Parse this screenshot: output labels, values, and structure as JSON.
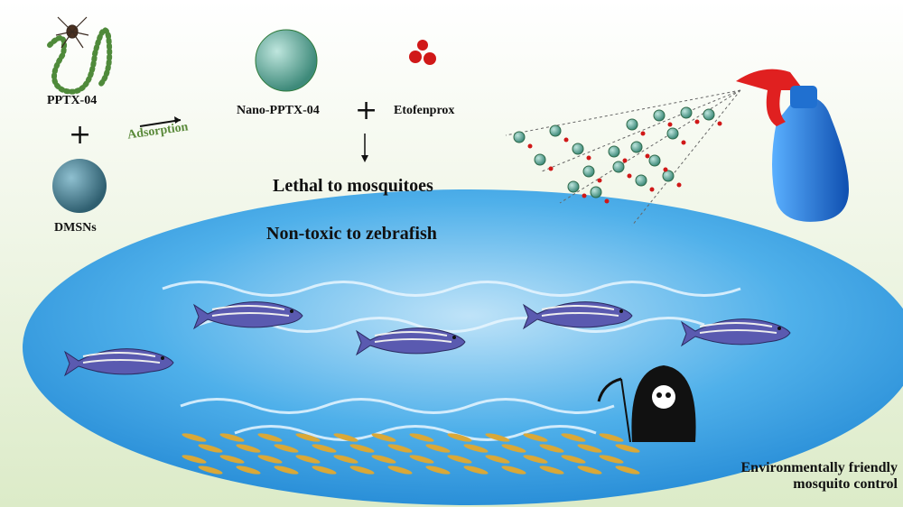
{
  "labels": {
    "pptx": "PPTX-04",
    "dmsns": "DMSNs",
    "adsorption": "Adsorption",
    "nano": "Nano-PPTX-04",
    "etofenprox": "Etofenprox",
    "lethal": "Lethal to mosquitoes",
    "nontoxic": "Non-toxic to zebrafish",
    "env_line1": "Environmentally friendly",
    "env_line2": "mosquito control"
  },
  "colors": {
    "adsorption": "#5a8a3a",
    "water": "#3aa0e0",
    "nanoparticle": "#5aa88e",
    "etofenprox": "#d01818",
    "bottle": "#1e6fd0",
    "trigger": "#e02020"
  }
}
